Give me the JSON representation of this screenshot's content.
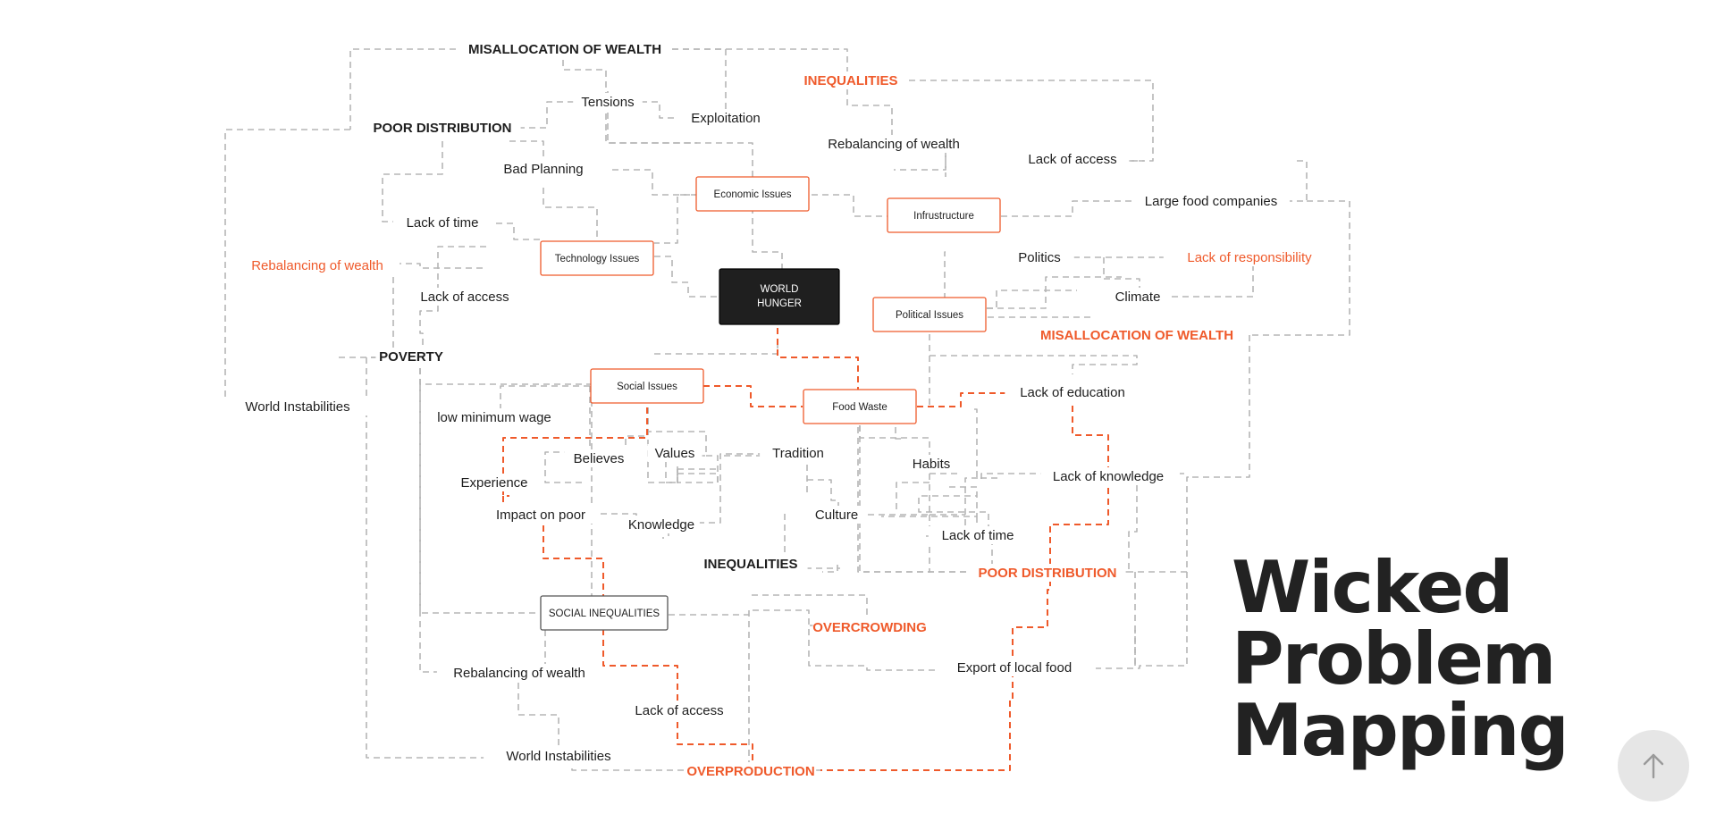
{
  "title": [
    "Wicked",
    "Problem",
    "Mapping"
  ],
  "colors": {
    "accent": "#ef5a2b",
    "connector": "#b5b5b5",
    "text": "#1e1e1e",
    "dark_node": "#1f1f1f"
  },
  "scroll_top_icon": "arrow-up-icon",
  "diagram": {
    "nodes": [
      {
        "id": "world-hunger",
        "text": "WORLD HUNGER",
        "lines": [
          "WORLD",
          "HUNGER"
        ],
        "style": "dark-box"
      },
      {
        "id": "economic-issues",
        "text": "Economic Issues",
        "style": "orange-box"
      },
      {
        "id": "infrustructure",
        "text": "Infrustructure",
        "style": "orange-box"
      },
      {
        "id": "technology-issues",
        "text": "Technology Issues",
        "style": "orange-box"
      },
      {
        "id": "political-issues",
        "text": "Political Issues",
        "style": "orange-box"
      },
      {
        "id": "social-issues",
        "text": "Social Issues",
        "style": "orange-box"
      },
      {
        "id": "food-waste",
        "text": "Food Waste",
        "style": "orange-box"
      },
      {
        "id": "social-inequalities",
        "text": "SOCIAL INEQUALITIES",
        "style": "grey-box"
      },
      {
        "id": "misallocation-1",
        "text": "MISALLOCATION OF WEALTH",
        "style": "bold"
      },
      {
        "id": "tensions",
        "text": "Tensions",
        "style": "plain"
      },
      {
        "id": "exploitation",
        "text": "Exploitation",
        "style": "plain"
      },
      {
        "id": "poor-distribution-1",
        "text": "POOR DISTRIBUTION",
        "style": "bold"
      },
      {
        "id": "inequalities-1",
        "text": "INEQUALITIES",
        "style": "bold-accent"
      },
      {
        "id": "rebalancing-1",
        "text": "Rebalancing of wealth",
        "style": "plain"
      },
      {
        "id": "lack-of-access-1",
        "text": "Lack of access",
        "style": "plain"
      },
      {
        "id": "large-food-companies",
        "text": "Large food companies",
        "style": "plain"
      },
      {
        "id": "bad-planning",
        "text": "Bad Planning",
        "style": "plain"
      },
      {
        "id": "lack-of-time-1",
        "text": "Lack of time",
        "style": "plain"
      },
      {
        "id": "rebalancing-2",
        "text": "Rebalancing of wealth",
        "style": "accent"
      },
      {
        "id": "lack-of-access-2",
        "text": "Lack of access",
        "style": "plain"
      },
      {
        "id": "politics",
        "text": "Politics",
        "style": "plain"
      },
      {
        "id": "lack-of-responsibility",
        "text": "Lack of responsibility",
        "style": "accent"
      },
      {
        "id": "climate",
        "text": "Climate",
        "style": "plain"
      },
      {
        "id": "misallocation-2",
        "text": "MISALLOCATION OF WEALTH",
        "style": "bold-accent"
      },
      {
        "id": "poverty",
        "text": "POVERTY",
        "style": "bold"
      },
      {
        "id": "world-instabilities-1",
        "text": "World Instabilities",
        "style": "plain"
      },
      {
        "id": "low-minimum-wage",
        "text": "low minimum wage",
        "style": "plain"
      },
      {
        "id": "believes",
        "text": "Believes",
        "style": "plain"
      },
      {
        "id": "values",
        "text": "Values",
        "style": "plain"
      },
      {
        "id": "tradition",
        "text": "Tradition",
        "style": "plain"
      },
      {
        "id": "experience",
        "text": "Experience",
        "style": "plain"
      },
      {
        "id": "lack-of-education",
        "text": "Lack of education",
        "style": "plain"
      },
      {
        "id": "habits",
        "text": "Habits",
        "style": "plain"
      },
      {
        "id": "lack-of-knowledge",
        "text": "Lack of knowledge",
        "style": "plain"
      },
      {
        "id": "impact-on-poor",
        "text": "Impact on poor",
        "style": "plain"
      },
      {
        "id": "knowledge",
        "text": "Knowledge",
        "style": "plain"
      },
      {
        "id": "culture",
        "text": "Culture",
        "style": "plain"
      },
      {
        "id": "lack-of-time-2",
        "text": "Lack of time",
        "style": "plain"
      },
      {
        "id": "inequalities-2",
        "text": "INEQUALITIES",
        "style": "bold"
      },
      {
        "id": "poor-distribution-2",
        "text": "POOR DISTRIBUTION",
        "style": "bold-accent"
      },
      {
        "id": "overcrowding",
        "text": "OVERCROWDING",
        "style": "bold-accent"
      },
      {
        "id": "rebalancing-3",
        "text": "Rebalancing of wealth",
        "style": "plain"
      },
      {
        "id": "export-local-food",
        "text": "Export of local food",
        "style": "plain"
      },
      {
        "id": "lack-of-access-3",
        "text": "Lack of access",
        "style": "plain"
      },
      {
        "id": "world-instabilities-2",
        "text": "World Instabilities",
        "style": "plain"
      },
      {
        "id": "overproduction",
        "text": "OVERPRODUCTION",
        "style": "bold-accent"
      }
    ],
    "edges": [
      {
        "from": "misallocation-1",
        "to": "poor-distribution-1",
        "color": "grey"
      },
      {
        "from": "misallocation-1",
        "to": "exploitation",
        "color": "grey"
      },
      {
        "from": "misallocation-1",
        "to": "tensions",
        "color": "grey"
      },
      {
        "from": "misallocation-1",
        "to": "inequalities-1",
        "color": "grey"
      },
      {
        "from": "inequalities-1",
        "to": "lack-of-access-1",
        "color": "grey"
      },
      {
        "from": "tensions",
        "to": "exploitation",
        "color": "grey"
      },
      {
        "from": "poor-distribution-1",
        "to": "tensions",
        "color": "grey"
      },
      {
        "from": "poor-distribution-1",
        "to": "world-instabilities-1",
        "color": "grey"
      },
      {
        "from": "poor-distribution-1",
        "to": "lack-of-time-1",
        "color": "grey"
      },
      {
        "from": "poor-distribution-1",
        "to": "bad-planning",
        "color": "grey"
      },
      {
        "from": "tensions",
        "to": "economic-issues",
        "color": "grey"
      },
      {
        "from": "bad-planning",
        "to": "economic-issues",
        "color": "grey"
      },
      {
        "from": "bad-planning",
        "to": "technology-issues",
        "color": "grey"
      },
      {
        "from": "lack-of-time-1",
        "to": "technology-issues",
        "color": "grey"
      },
      {
        "from": "lack-of-time-1",
        "to": "rebalancing-2",
        "color": "grey"
      },
      {
        "from": "economic-issues",
        "to": "technology-issues",
        "color": "grey"
      },
      {
        "from": "economic-issues",
        "to": "infrustructure",
        "color": "grey"
      },
      {
        "from": "economic-issues",
        "to": "world-hunger",
        "color": "grey"
      },
      {
        "from": "rebalancing-1",
        "to": "infrustructure",
        "color": "grey"
      },
      {
        "from": "inequalities-1",
        "to": "rebalancing-1",
        "color": "grey"
      },
      {
        "from": "infrustructure",
        "to": "lack-of-access-1",
        "color": "grey"
      },
      {
        "from": "lack-of-access-1",
        "to": "large-food-companies",
        "color": "grey"
      },
      {
        "from": "large-food-companies",
        "to": "lack-of-responsibility",
        "color": "grey"
      },
      {
        "from": "lack-of-responsibility",
        "to": "climate",
        "color": "grey"
      },
      {
        "from": "lack-of-responsibility",
        "to": "politics",
        "color": "grey"
      },
      {
        "from": "large-food-companies",
        "to": "misallocation-2",
        "color": "grey"
      },
      {
        "from": "infrustructure",
        "to": "world-hunger",
        "color": "grey"
      },
      {
        "from": "infrustructure",
        "to": "food-waste",
        "color": "grey"
      },
      {
        "from": "technology-issues",
        "to": "world-hunger",
        "color": "grey"
      },
      {
        "from": "technology-issues",
        "to": "lack-of-access-2",
        "color": "grey"
      },
      {
        "from": "technology-issues",
        "to": "social-issues",
        "color": "grey"
      },
      {
        "from": "lack-of-access-2",
        "to": "poverty",
        "color": "grey"
      },
      {
        "from": "rebalancing-2",
        "to": "poverty",
        "color": "grey"
      },
      {
        "from": "world-hunger",
        "to": "political-issues",
        "color": "grey"
      },
      {
        "from": "political-issues",
        "to": "politics",
        "color": "grey"
      },
      {
        "from": "political-issues",
        "to": "climate",
        "color": "grey"
      },
      {
        "from": "political-issues",
        "to": "misallocation-2",
        "color": "grey"
      },
      {
        "from": "misallocation-2",
        "to": "lack-of-education",
        "color": "grey"
      },
      {
        "from": "misallocation-2",
        "to": "lack-of-knowledge",
        "color": "grey"
      },
      {
        "from": "world-hunger",
        "to": "social-issues",
        "color": "grey"
      },
      {
        "from": "poverty",
        "to": "social-issues",
        "color": "grey"
      },
      {
        "from": "poverty",
        "to": "social-inequalities",
        "color": "grey"
      },
      {
        "from": "poverty",
        "to": "rebalancing-3",
        "color": "grey"
      },
      {
        "from": "poverty",
        "to": "world-instabilities-2",
        "color": "grey"
      },
      {
        "from": "low-minimum-wage",
        "to": "social-issues",
        "color": "grey"
      },
      {
        "from": "low-minimum-wage",
        "to": "experience",
        "color": "grey"
      },
      {
        "from": "social-issues",
        "to": "believes",
        "color": "grey"
      },
      {
        "from": "social-issues",
        "to": "values",
        "color": "grey"
      },
      {
        "from": "values",
        "to": "tradition",
        "color": "grey"
      },
      {
        "from": "values",
        "to": "knowledge",
        "color": "grey"
      },
      {
        "from": "tradition",
        "to": "culture",
        "color": "grey"
      },
      {
        "from": "food-waste",
        "to": "habits",
        "color": "grey"
      },
      {
        "from": "habits",
        "to": "culture",
        "color": "grey"
      },
      {
        "from": "habits",
        "to": "lack-of-time-2",
        "color": "grey"
      },
      {
        "from": "knowledge",
        "to": "impact-on-poor",
        "color": "grey"
      },
      {
        "from": "knowledge",
        "to": "inequalities-2",
        "color": "grey"
      },
      {
        "from": "culture",
        "to": "inequalities-2",
        "color": "grey"
      },
      {
        "from": "food-waste",
        "to": "poor-distribution-2",
        "color": "grey"
      },
      {
        "from": "food-waste",
        "to": "lack-of-knowledge",
        "color": "grey"
      },
      {
        "from": "lack-of-knowledge",
        "to": "poor-distribution-2",
        "color": "grey"
      },
      {
        "from": "poor-distribution-2",
        "to": "export-local-food",
        "color": "grey"
      },
      {
        "from": "social-inequalities",
        "to": "overcrowding",
        "color": "grey"
      },
      {
        "from": "overcrowding",
        "to": "export-local-food",
        "color": "grey"
      },
      {
        "from": "social-inequalities",
        "to": "rebalancing-3",
        "color": "grey"
      },
      {
        "from": "rebalancing-3",
        "to": "world-instabilities-2",
        "color": "grey"
      },
      {
        "from": "world-instabilities-2",
        "to": "overproduction",
        "color": "grey"
      },
      {
        "from": "social-inequalities",
        "to": "overproduction",
        "color": "grey"
      },
      {
        "from": "world-hunger",
        "to": "food-waste",
        "color": "accent"
      },
      {
        "from": "social-issues",
        "to": "food-waste",
        "color": "accent"
      },
      {
        "from": "food-waste",
        "to": "lack-of-education",
        "color": "accent"
      },
      {
        "from": "lack-of-education",
        "to": "lack-of-knowledge",
        "color": "accent"
      },
      {
        "from": "lack-of-knowledge",
        "to": "overproduction",
        "color": "accent"
      },
      {
        "from": "social-issues",
        "to": "experience",
        "color": "accent"
      },
      {
        "from": "experience",
        "to": "impact-on-poor",
        "color": "accent"
      },
      {
        "from": "impact-on-poor",
        "to": "social-inequalities",
        "color": "accent"
      },
      {
        "from": "social-inequalities",
        "to": "lack-of-access-3",
        "color": "accent"
      },
      {
        "from": "lack-of-access-3",
        "to": "overproduction",
        "color": "accent"
      }
    ]
  }
}
